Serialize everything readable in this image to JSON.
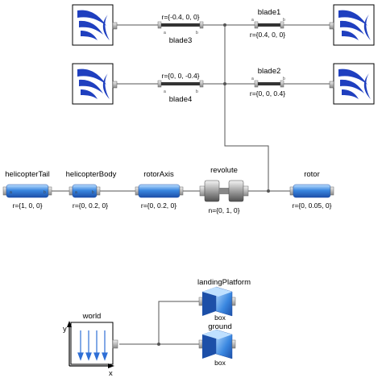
{
  "colors": {
    "wire": "#555555",
    "fixed_body": "#1f3fbf",
    "body_blue": "#3a87e0",
    "flange": "#9a9a9a",
    "revolute": "#7a7a7a",
    "background": "#ffffff"
  },
  "components": {
    "blade3": {
      "name": "blade3",
      "param": "r={-0.4, 0, 0}",
      "icon": "fixed-translation-icon"
    },
    "blade1": {
      "name": "blade1",
      "param": "r={0.4, 0, 0}",
      "icon": "fixed-translation-icon"
    },
    "blade4": {
      "name": "blade4",
      "param": "r={0, 0, -0.4}",
      "icon": "fixed-translation-icon"
    },
    "blade2": {
      "name": "blade2",
      "param": "r={0, 0, 0.4}",
      "icon": "fixed-translation-icon"
    },
    "helicopterTail": {
      "name": "helicopterTail",
      "param": "r={1, 0, 0}",
      "icon": "body-cylinder-icon"
    },
    "helicopterBody": {
      "name": "helicopterBody",
      "param": "r={0, 0.2, 0}",
      "icon": "body-cylinder-icon"
    },
    "rotorAxis": {
      "name": "rotorAxis",
      "param": "r={0, 0.2, 0}",
      "icon": "body-cylinder-icon"
    },
    "revolute": {
      "name": "revolute",
      "param": "n={0, 1, 0}",
      "icon": "revolute-joint-icon"
    },
    "rotor": {
      "name": "rotor",
      "param": "r={0, 0.05, 0}",
      "icon": "body-cylinder-icon"
    },
    "landingPlatform": {
      "name": "landingPlatform",
      "param": "box",
      "icon": "body-box-icon"
    },
    "ground": {
      "name": "ground",
      "param": "box",
      "icon": "body-box-icon"
    },
    "world": {
      "name": "world",
      "axis_x": "x",
      "axis_y": "y",
      "icon": "world-gravity-icon"
    }
  },
  "pins": {
    "a": "a",
    "b": "b"
  }
}
